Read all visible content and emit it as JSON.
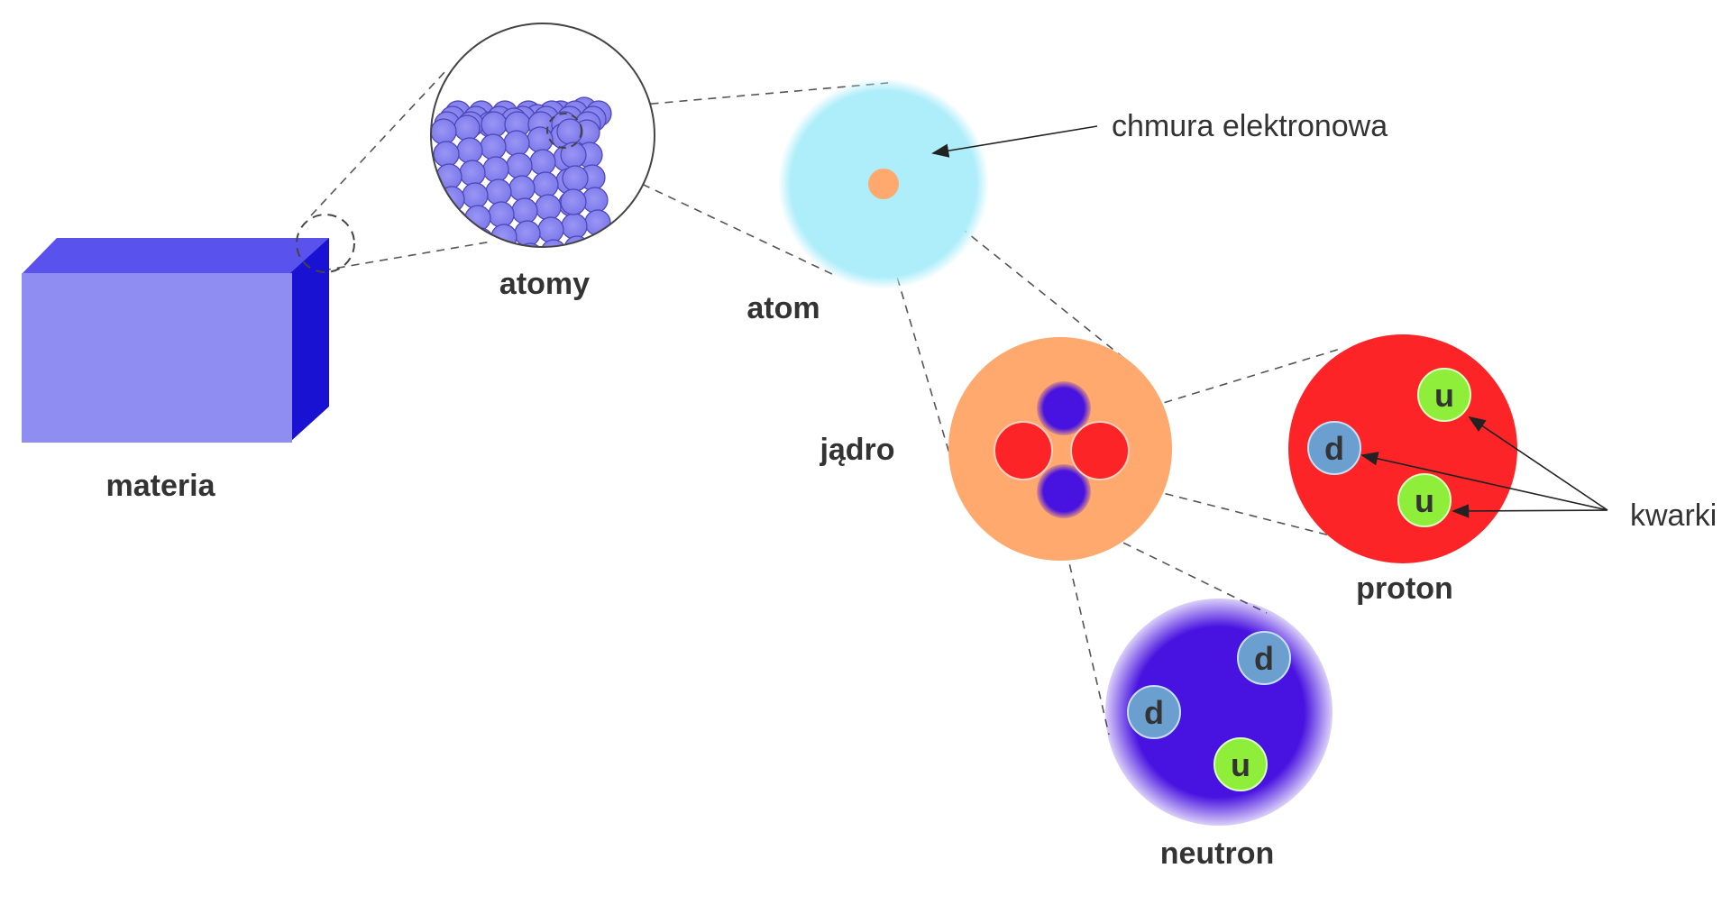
{
  "labels": {
    "materia": "materia",
    "atomy": "atomy",
    "atom": "atom",
    "chmura": "chmura elektronowa",
    "jadro": "jądro",
    "proton": "proton",
    "neutron": "neutron",
    "kwarki": "kwarki"
  },
  "quarks": {
    "proton": [
      "u",
      "d",
      "u"
    ],
    "neutron": [
      "d",
      "d",
      "u"
    ]
  },
  "colors": {
    "matter_front": "#8f8cf2",
    "matter_top": "#5a52ec",
    "matter_side": "#1a12d2",
    "electron_cloud": "#aeeefa",
    "nucleus": "#ffa96e",
    "proton": "#fd2427",
    "neutron": "#4812e0",
    "up_quark": "#8fee3a",
    "down_quark": "#6a9fd0"
  }
}
